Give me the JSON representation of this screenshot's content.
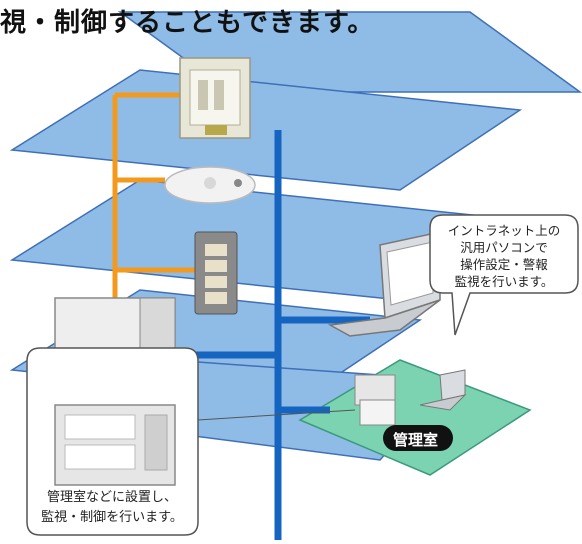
{
  "heading": "視・制御することもできます。",
  "colors": {
    "floor": "#8fbce6",
    "floor_edge": "#3f6fb8",
    "backbone": "#1565c0",
    "wiring": "#f39a1e",
    "room_floor": "#7cd3b2",
    "room_label_bg": "#111111"
  },
  "callouts": {
    "pc": [
      "イントラネット上の",
      "汎用パソコンで",
      "操作設定・警報",
      "監視を行います。"
    ],
    "panel": [
      "管理室などに設置し、",
      "監視・制御を行います。"
    ]
  },
  "room_label": "管理室"
}
